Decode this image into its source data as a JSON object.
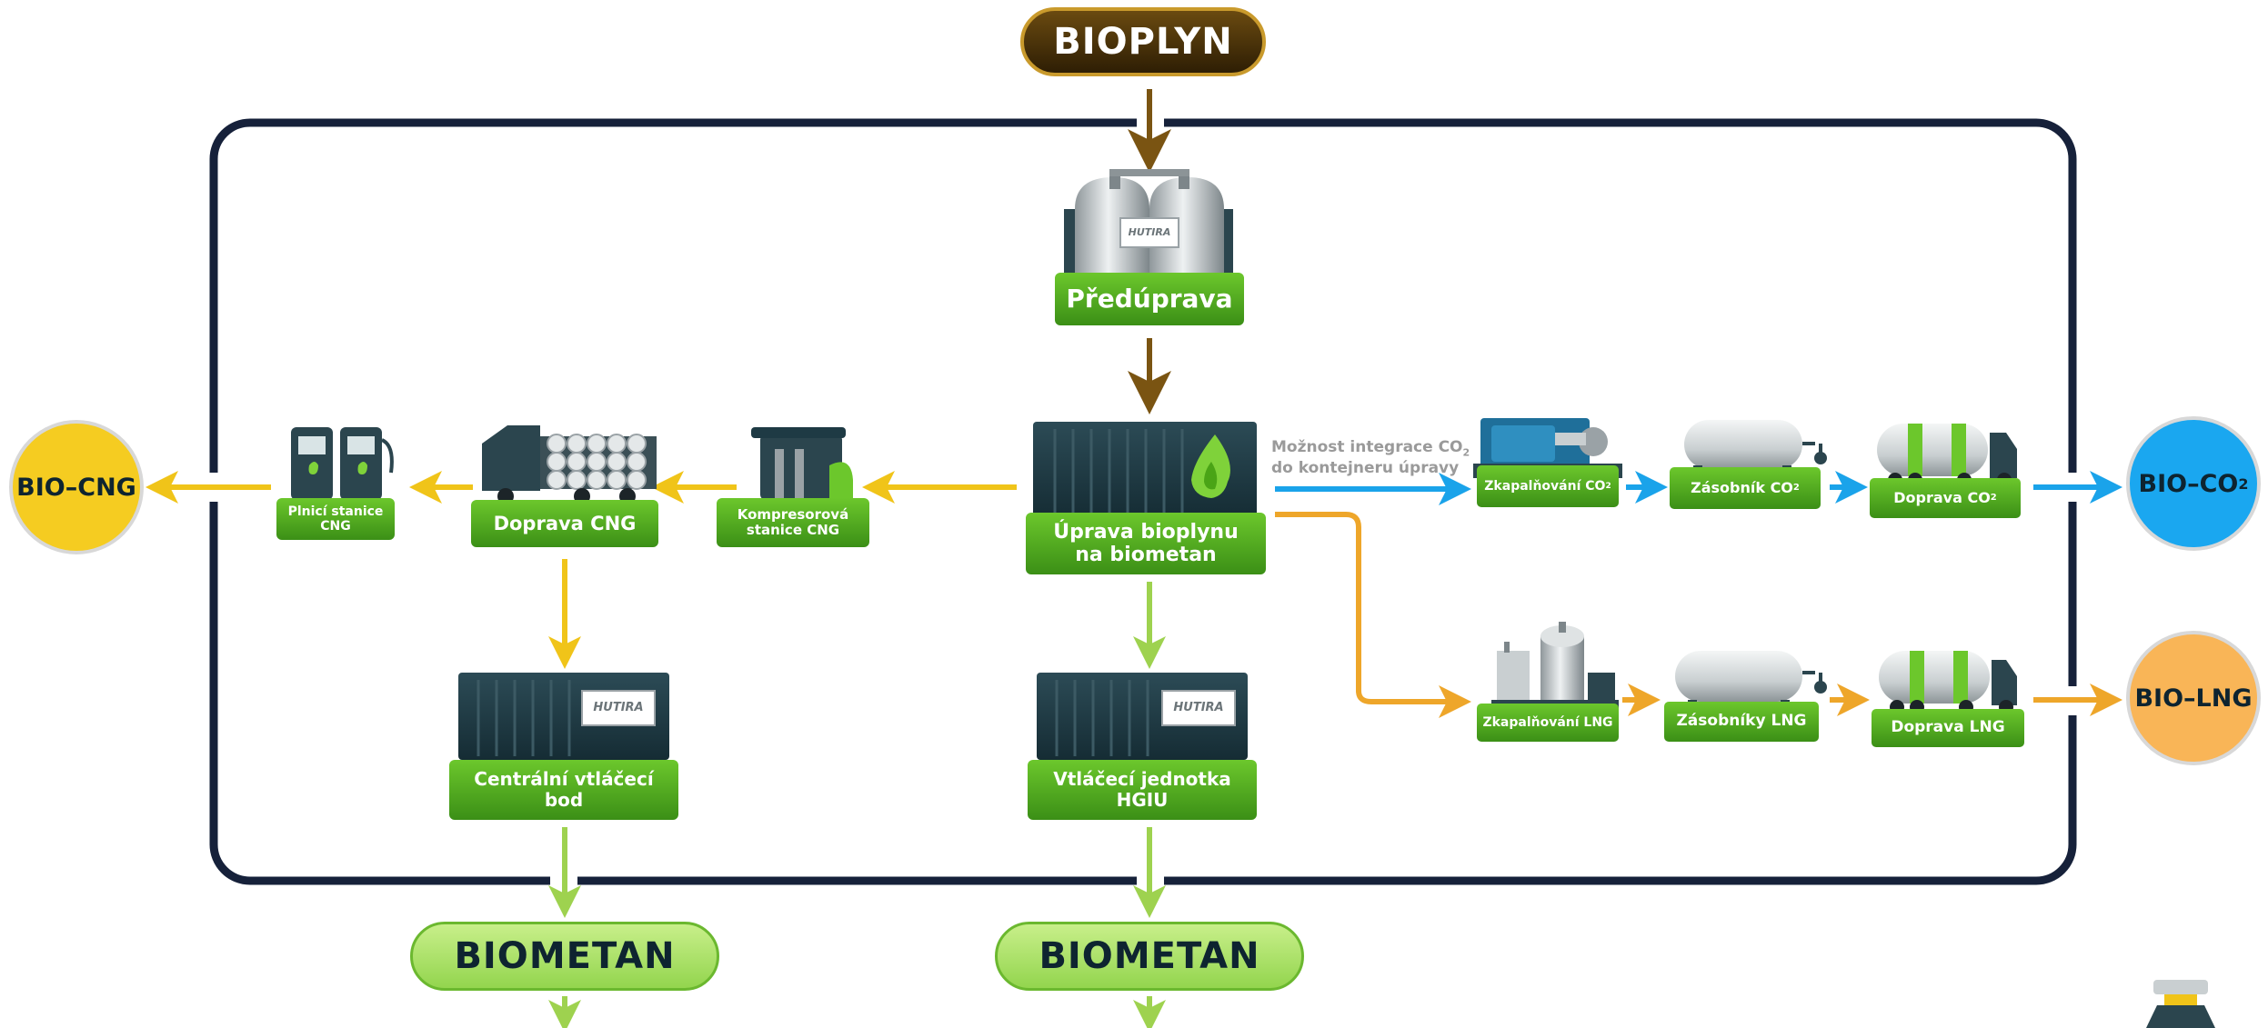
{
  "top_source": "BIOPLYN",
  "nodes": {
    "preuprava": "Předúprava",
    "uprava_line1": "Úprava bioplynu",
    "uprava_line2": "na biometan",
    "kompresor_line1": "Kompresorová",
    "kompresor_line2": "stanice CNG",
    "doprava_cng": "Doprava CNG",
    "plnici_line1": "Plnicí stanice",
    "plnici_line2": "CNG",
    "centralni_line1": "Centrální vtláčecí",
    "centralni_line2": "bod",
    "vtlaceci_line1": "Vtláčecí jednotka",
    "vtlaceci_line2": "HGIU",
    "zkap_co2": "Zkapalňování CO",
    "zasobnik_co2": "Zásobník CO",
    "doprava_co2": "Doprava CO",
    "zkap_lng": "Zkapalňování LNG",
    "zasobniky_lng": "Zásobníky LNG",
    "doprava_lng": "Doprava LNG",
    "subscript_2": "2"
  },
  "note": {
    "line1_prefix": "Možnost integrace CO",
    "line1_sub": "2",
    "line2": "do kontejneru úpravy"
  },
  "brand": "HUTIRA",
  "outputs": {
    "bio_cng": "BIO–CNG",
    "bio_co2_prefix": "BIO–CO",
    "bio_co2_sub": "2",
    "bio_lng": "BIO–LNG",
    "biometan_left": "BIOMETAN",
    "biometan_right": "BIOMETAN"
  },
  "colors": {
    "frame": "#16213a",
    "brown_arrow": "#7a5412",
    "yellow_arrow": "#f0c419",
    "lightgreen_arrow": "#9ed24f",
    "blue_arrow": "#1aa3ea",
    "orange_arrow": "#eea62a",
    "node_green": "#4da81e",
    "container": "#1e3a44",
    "bio_cng": "#f5cc21",
    "bio_co2": "#1aa7f0",
    "bio_lng": "#f9b557"
  }
}
